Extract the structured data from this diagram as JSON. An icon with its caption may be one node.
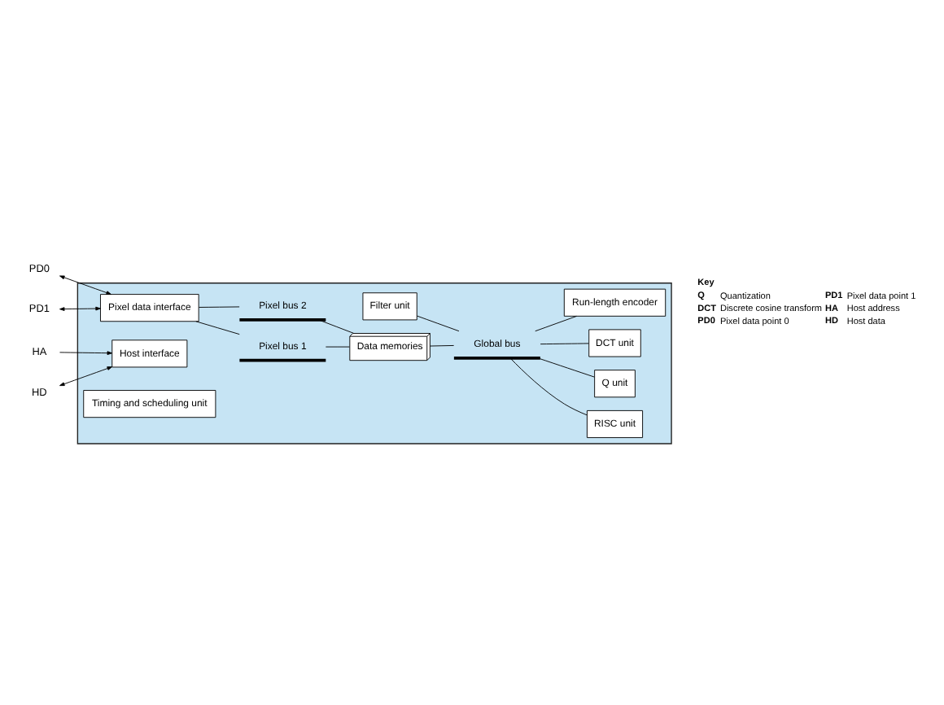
{
  "diagram": {
    "nodes": [
      {
        "text": [],
        "shape": "box"
      },
      {
        "text": [
          "PD0"
        ]
      },
      {
        "text": [
          "PD1"
        ]
      },
      {
        "text": [
          "HA"
        ]
      },
      {
        "text": [
          "HD"
        ]
      },
      {
        "text": [
          "Pixel data interface"
        ],
        "in": 0
      },
      {
        "text": [
          "Pixel bus 1"
        ],
        "in": 0
      },
      {
        "text": [
          "Pixel bus 2"
        ],
        "in": 0
      },
      {
        "text": [
          "Host interface"
        ],
        "in": 0
      },
      {
        "text": [
          "Timing and scheduling unit"
        ],
        "in": 0
      },
      {
        "text": [
          "Filter unit"
        ],
        "in": 0
      },
      {
        "text": [
          "Data memories"
        ],
        "in": 0
      },
      {
        "text": [
          "Global bus"
        ],
        "in": 0
      },
      {
        "text": [
          "RISC unit"
        ],
        "in": 0
      },
      {
        "text": [
          "Q unit"
        ],
        "in": 0
      },
      {
        "text": [
          "DCT unit"
        ],
        "in": 0
      },
      {
        "text": [
          "Run-length encoder"
        ],
        "in": 0
      }
    ],
    "edges": [
      {
        "from": 1,
        "to": 5,
        "arrow": "both"
      },
      {
        "from": 2,
        "to": 5,
        "arrow": "both"
      },
      {
        "from": 3,
        "to": 8,
        "arrow": "to"
      },
      {
        "from": 4,
        "to": 8,
        "arrow": "both"
      },
      {
        "from": 5,
        "to": 6,
        "arrow": "none"
      },
      {
        "from": 5,
        "to": 7,
        "arrow": "none"
      },
      {
        "from": 6,
        "to": 11,
        "arrow": "none"
      },
      {
        "from": 7,
        "to": 11,
        "arrow": "none"
      },
      {
        "from": 10,
        "to": 12,
        "arrow": "none"
      },
      {
        "from": 11,
        "to": 12,
        "arrow": "none"
      },
      {
        "from": 12,
        "to": 13,
        "arrow": "none"
      },
      {
        "from": 12,
        "to": 14,
        "arrow": "none"
      },
      {
        "from": 12,
        "to": 15,
        "arrow": "none"
      },
      {
        "from": 12,
        "to": 16,
        "arrow": "none"
      }
    ],
    "labels": [
      "Key",
      "Q",
      "Quantization",
      "PD1",
      "Pixel data point 1",
      "DCT",
      "Discrete cosine transform",
      "HA",
      "Host address",
      "PD0",
      "Pixel data point 0",
      "HD",
      "Host data"
    ]
  }
}
